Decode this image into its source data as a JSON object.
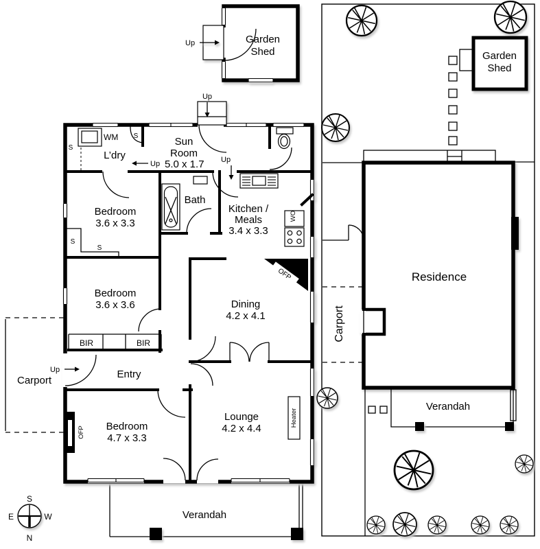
{
  "colors": {
    "wall": "#000000",
    "background": "#ffffff",
    "shadow": "#c4c4c4"
  },
  "floor_plan": {
    "garden_shed": {
      "name1": "Garden",
      "name2": "Shed"
    },
    "sun_room": {
      "name1": "Sun",
      "name2": "Room",
      "dims": "5.0 x 1.7"
    },
    "laundry": {
      "name": "L’dry"
    },
    "bath": {
      "name": "Bath"
    },
    "kitchen": {
      "name1": "Kitchen /",
      "name2": "Meals",
      "dims": "3.4 x 3.3"
    },
    "bedroom1": {
      "name": "Bedroom",
      "dims": "3.6 x 3.3"
    },
    "bedroom2": {
      "name": "Bedroom",
      "dims": "3.6 x 3.6"
    },
    "bedroom3": {
      "name": "Bedroom",
      "dims": "4.7 x 3.3"
    },
    "dining": {
      "name": "Dining",
      "dims": "4.2 x 4.1"
    },
    "lounge": {
      "name": "Lounge",
      "dims": "4.2 x 4.4"
    },
    "entry": {
      "name": "Entry"
    },
    "carport": {
      "name": "Carport"
    },
    "verandah": {
      "name": "Verandah"
    },
    "fixtures": {
      "washing_machine": "WM",
      "wall_oven": "WO",
      "heater": "Heater",
      "open_fireplace": "OFP",
      "built_in_robe": "BIR",
      "storage": "S",
      "up": "Up"
    }
  },
  "compass": {
    "north": "N",
    "south": "S",
    "east": "E",
    "west": "W"
  },
  "site_plan": {
    "garden_shed": {
      "name1": "Garden",
      "name2": "Shed"
    },
    "residence": {
      "name": "Residence"
    },
    "carport": {
      "name": "Carport"
    },
    "verandah": {
      "name": "Verandah"
    }
  }
}
